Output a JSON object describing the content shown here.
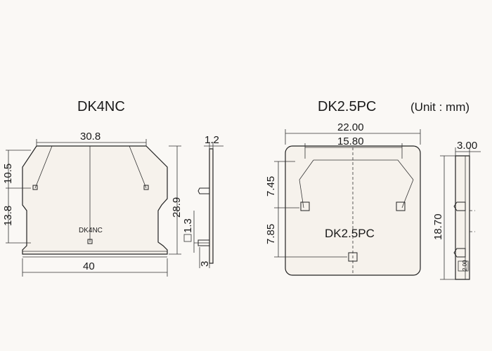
{
  "titles": {
    "left": "DK4NC",
    "right": "DK2.5PC",
    "unit": "(Unit : mm)"
  },
  "dk4nc": {
    "top_width": "30.8",
    "bottom_width": "40",
    "upper_height": "10.5",
    "lower_height": "13.8",
    "total_height": "28.9",
    "part_label": "DK4NC",
    "side_top": "1.2",
    "side_mid": "1.3",
    "side_bottom": "3"
  },
  "dk25pc": {
    "overall_width": "22.00",
    "inner_width": "15.80",
    "upper_height": "7.45",
    "lower_height": "7.85",
    "total_height": "18.70",
    "part_label": "DK2.5PC",
    "side_width": "3.00",
    "side_small": "2.00"
  },
  "colors": {
    "line": "#222222",
    "background": "#faf8f5",
    "part_fill": "#f6f2ec"
  }
}
